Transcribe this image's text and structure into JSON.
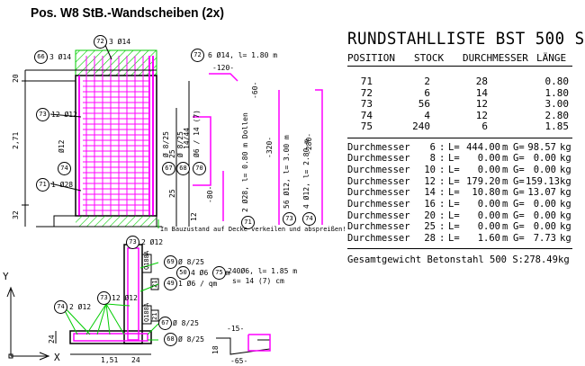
{
  "title": "Pos. W8 StB.-Wandscheiben (2x)",
  "colors": {
    "rebar": "#ff00ff",
    "hatch": "#00cc00",
    "line": "#000000",
    "background": "#ffffff"
  },
  "axis_icon": {
    "y_label": "Y",
    "x_label": "X"
  },
  "elevation": {
    "dims": {
      "d20": "20",
      "d271": "2,71",
      "d32": "32",
      "d1444": "14/44",
      "d25a": "25",
      "d25b": "25",
      "d12": "12",
      "d80": "-80-",
      "top120": "-120-",
      "d60": "-60-",
      "d320": "-320-",
      "d280": "-280-"
    },
    "bars": {
      "b72a": {
        "num": "72",
        "text": "3 Ø14"
      },
      "b66": {
        "num": "66",
        "text": "3 Ø14"
      },
      "b72b": {
        "num": "72",
        "text": "6 Ø14, l= 1.80 m"
      },
      "b73": {
        "num": "73",
        "text": "12 Ø12"
      },
      "b74": {
        "num": "74",
        "text": "Ø12"
      },
      "b71": {
        "num": "71",
        "text": "1 Ø28"
      },
      "b67": {
        "num": "67",
        "text": "Ø 8/25"
      },
      "b68": {
        "num": "68",
        "text": "Ø 8/25"
      },
      "b70": {
        "num": "70",
        "text": "Ø6 / 14 (7)"
      },
      "b71v": {
        "num": "71",
        "text": "2 Ø28, l= 0.80 m Dollen"
      },
      "b73v": {
        "num": "73",
        "text": "56 Ø12, l= 3.00 m"
      },
      "b74v": {
        "num": "74",
        "text": "4 Ø12, l= 2.80 m"
      }
    },
    "note": "In Bauzustand auf Decke verkeilen und abspreißen!"
  },
  "section": {
    "dims": {
      "d24": "24",
      "d151": "1,51",
      "d24b": "24",
      "g1": "Q188A",
      "g2": "Q188A",
      "s21a": "21",
      "s21b": "21"
    },
    "bars": {
      "b73top": {
        "num": "73",
        "text": "2 Ø12"
      },
      "b69": {
        "num": "69",
        "text": "Ø 8/25"
      },
      "b50": {
        "num": "50",
        "text": "4 Ø6 / qm"
      },
      "b49": {
        "num": "49",
        "text": "1 Ø6 / qm"
      },
      "b74": {
        "num": "74",
        "text": "2 Ø12"
      },
      "b73b": {
        "num": "73",
        "text": "12 Ø12"
      },
      "b67": {
        "num": "67",
        "text": "Ø 8/25"
      },
      "b68": {
        "num": "68",
        "text": "Ø 8/25"
      }
    }
  },
  "stirrup": {
    "num": "75",
    "text1": "240Ø6, l= 1.85 m",
    "text2": "s= 14 (7) cm",
    "d15": "-15-",
    "d65": "-65-",
    "d18": "18"
  },
  "schedule": {
    "title": "RUNDSTAHLLISTE BST 500 S",
    "headers": [
      "POSITION",
      "STOCK",
      "DURCHMESSER",
      "LÄNGE"
    ],
    "rows": [
      [
        "71",
        "2",
        "28",
        "0.80"
      ],
      [
        "72",
        "6",
        "14",
        "1.80"
      ],
      [
        "73",
        "56",
        "12",
        "3.00"
      ],
      [
        "74",
        "4",
        "12",
        "2.80"
      ],
      [
        "75",
        "240",
        "6",
        "1.85"
      ]
    ],
    "sums": [
      {
        "label": "Durchmesser",
        "d": "6",
        "l": "444.00",
        "g": "98.57"
      },
      {
        "label": "Durchmesser",
        "d": "8",
        "l": "0.00",
        "g": "0.00"
      },
      {
        "label": "Durchmesser",
        "d": "10",
        "l": "0.00",
        "g": "0.00"
      },
      {
        "label": "Durchmesser",
        "d": "12",
        "l": "179.20",
        "g": "159.13"
      },
      {
        "label": "Durchmesser",
        "d": "14",
        "l": "10.80",
        "g": "13.07"
      },
      {
        "label": "Durchmesser",
        "d": "16",
        "l": "0.00",
        "g": "0.00"
      },
      {
        "label": "Durchmesser",
        "d": "20",
        "l": "0.00",
        "g": "0.00"
      },
      {
        "label": "Durchmesser",
        "d": "25",
        "l": "0.00",
        "g": "0.00"
      },
      {
        "label": "Durchmesser",
        "d": "28",
        "l": "1.60",
        "g": "7.73"
      }
    ],
    "sum_parts": {
      "colon": ":",
      "l_prefix": "L=",
      "m_unit": "m",
      "g_prefix": "G=",
      "kg_unit": "kg"
    },
    "total": {
      "label": "Gesamtgewicht Betonstahl 500 S:",
      "value": "278.49",
      "unit": "kg"
    }
  }
}
